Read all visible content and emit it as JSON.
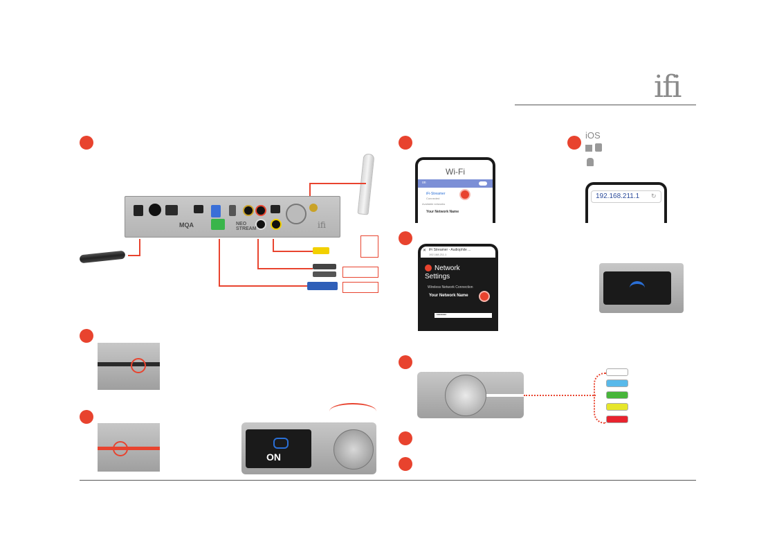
{
  "brand": {
    "logo": "ifi"
  },
  "wifi_screen": {
    "title": "Wi-Fi",
    "toggle_label": "on",
    "network_connected": "iFi-Streamer",
    "network_status": "Connected",
    "available_label": "Available networks",
    "network_name": "Your Network Name"
  },
  "app_screen": {
    "browser_title": "iFi Streamer - Audiophile ...",
    "browser_url": "192.168.211.1",
    "heading_line1": "Network",
    "heading_line2": "Settings",
    "section": "Wireless Network Connection",
    "network_name": "Your Network Name",
    "password_mask": "••••••••"
  },
  "platforms": {
    "ios": "iOS"
  },
  "address_bar": {
    "url": "192.168.211.1"
  },
  "display": {
    "on_label": "ON"
  },
  "device": {
    "model_line1": "NEO",
    "model_line2": "STREAM",
    "mqa": "MQA",
    "back_logo": "ifi"
  },
  "colors": {
    "accent": "#e8432e",
    "display_blue": "#2a6fd6",
    "panel": "#1a1a1a"
  },
  "led_colors": [
    "#ffffff",
    "#58b9ea",
    "#47b53a",
    "#e6e62a",
    "#e8232e"
  ]
}
